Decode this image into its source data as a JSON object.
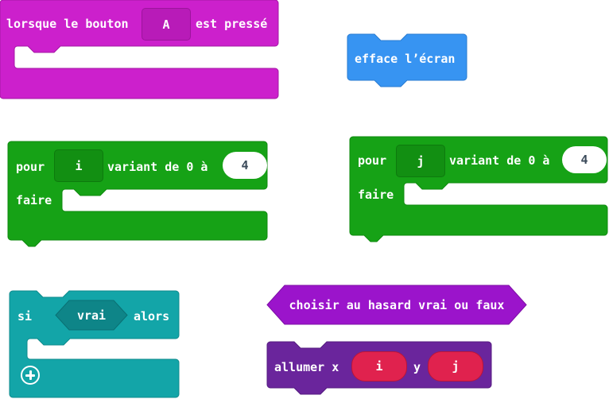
{
  "event_block": {
    "label_before": "lorsque le bouton",
    "button_value": "A",
    "label_after": "est pressé",
    "color": "#cc20cc"
  },
  "clear_block": {
    "label": "efface l’écran",
    "color": "#3794f2"
  },
  "loop_i": {
    "label_for": "pour",
    "variable": "i",
    "label_range": "variant de 0 à",
    "end_value": "4",
    "label_do": "faire",
    "color": "#16a216"
  },
  "loop_j": {
    "label_for": "pour",
    "variable": "j",
    "label_range": "variant de 0 à",
    "end_value": "4",
    "label_do": "faire",
    "color": "#16a216"
  },
  "if_block": {
    "label_if": "si",
    "condition": "vrai",
    "label_then": "alors",
    "color": "#13a5a8",
    "add_icon": "plus-circle-icon"
  },
  "random_bool_block": {
    "label": "choisir au hasard vrai ou faux",
    "color": "#9b14cb"
  },
  "plot_block": {
    "label": "allumer x",
    "x_value": "i",
    "label_y": "y",
    "y_value": "j",
    "color": "#6a259c",
    "pill_color": "#e0224e"
  }
}
